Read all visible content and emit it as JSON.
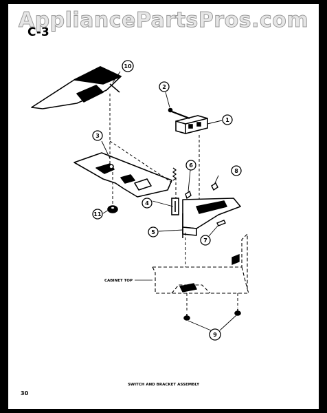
{
  "watermark": "AppliancePartsPros.com",
  "section_code": "C-3",
  "caption": "SWITCH AND BRACKET ASSEMBLY",
  "page_number": "30",
  "cabinet_label": "CABINET TOP",
  "callouts": [
    {
      "n": "10"
    },
    {
      "n": "2"
    },
    {
      "n": "1"
    },
    {
      "n": "3"
    },
    {
      "n": "6"
    },
    {
      "n": "8"
    },
    {
      "n": "4"
    },
    {
      "n": "11"
    },
    {
      "n": "5"
    },
    {
      "n": "7"
    },
    {
      "n": "9"
    }
  ]
}
